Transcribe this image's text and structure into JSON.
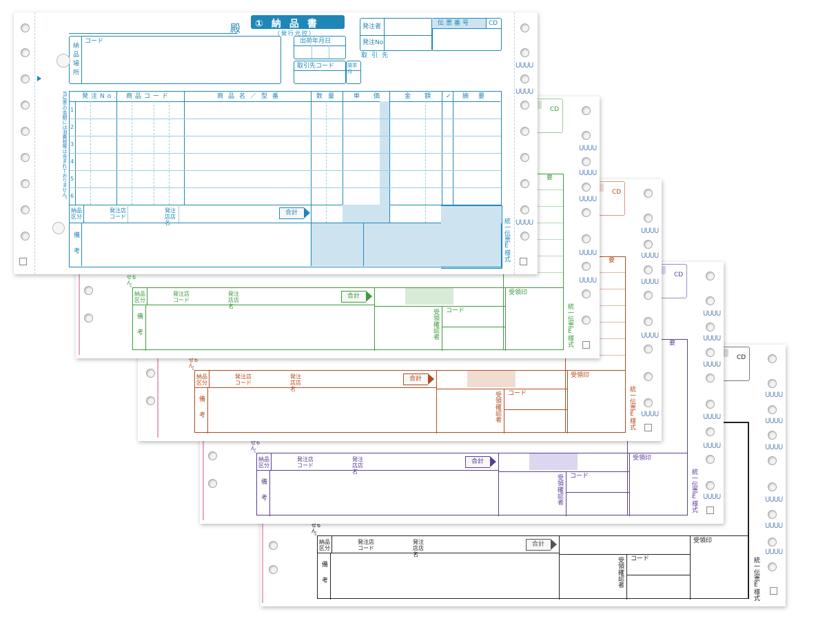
{
  "labels": {
    "dono": "殿",
    "doc_title": "①納品書",
    "sub_title": "（発行元控）",
    "order_person": "発注者",
    "order_no": "発注No.",
    "slip_no": "伝票番号",
    "cd": "CD",
    "torihikisaki": "取引先",
    "code": "コード",
    "delivery_place": "納品場所",
    "ship_date": "出荷年月日",
    "partner_code": "取引先コード",
    "billing_month": "請求月",
    "col_order_no": "発注No.",
    "col_product_code": "商品コード",
    "col_product_name": "商品名／型番",
    "col_qty": "数量",
    "col_unit_price": "単価",
    "col_amount": "金額",
    "col_check": "✓",
    "col_remarks": "摘要",
    "row_numbers": [
      "1",
      "2",
      "3",
      "4",
      "5",
      "6"
    ],
    "side_note": "当伝票の金額には消費税等は含まれておりません。",
    "delivery_kubun": "納品区分",
    "store_code": "発注店コード",
    "store_name": "発注店店名",
    "total": "合計",
    "bikou": "備考",
    "style_label": "統一伝票E様式",
    "receipt_seal": "受領印",
    "receipt_confirm": "受領確認者",
    "summary_short": "要",
    "ban": "番",
    "sen": "せん。",
    "perf": "ᑌᑌᑌᑌ"
  },
  "colors": {
    "sheet1": "#1f86b8",
    "sheet2": "#3c9a3c",
    "sheet3": "#b24a1d",
    "sheet4": "#5a3d96",
    "sheet5": "#222222",
    "pink_line": "#e8a6c8"
  }
}
